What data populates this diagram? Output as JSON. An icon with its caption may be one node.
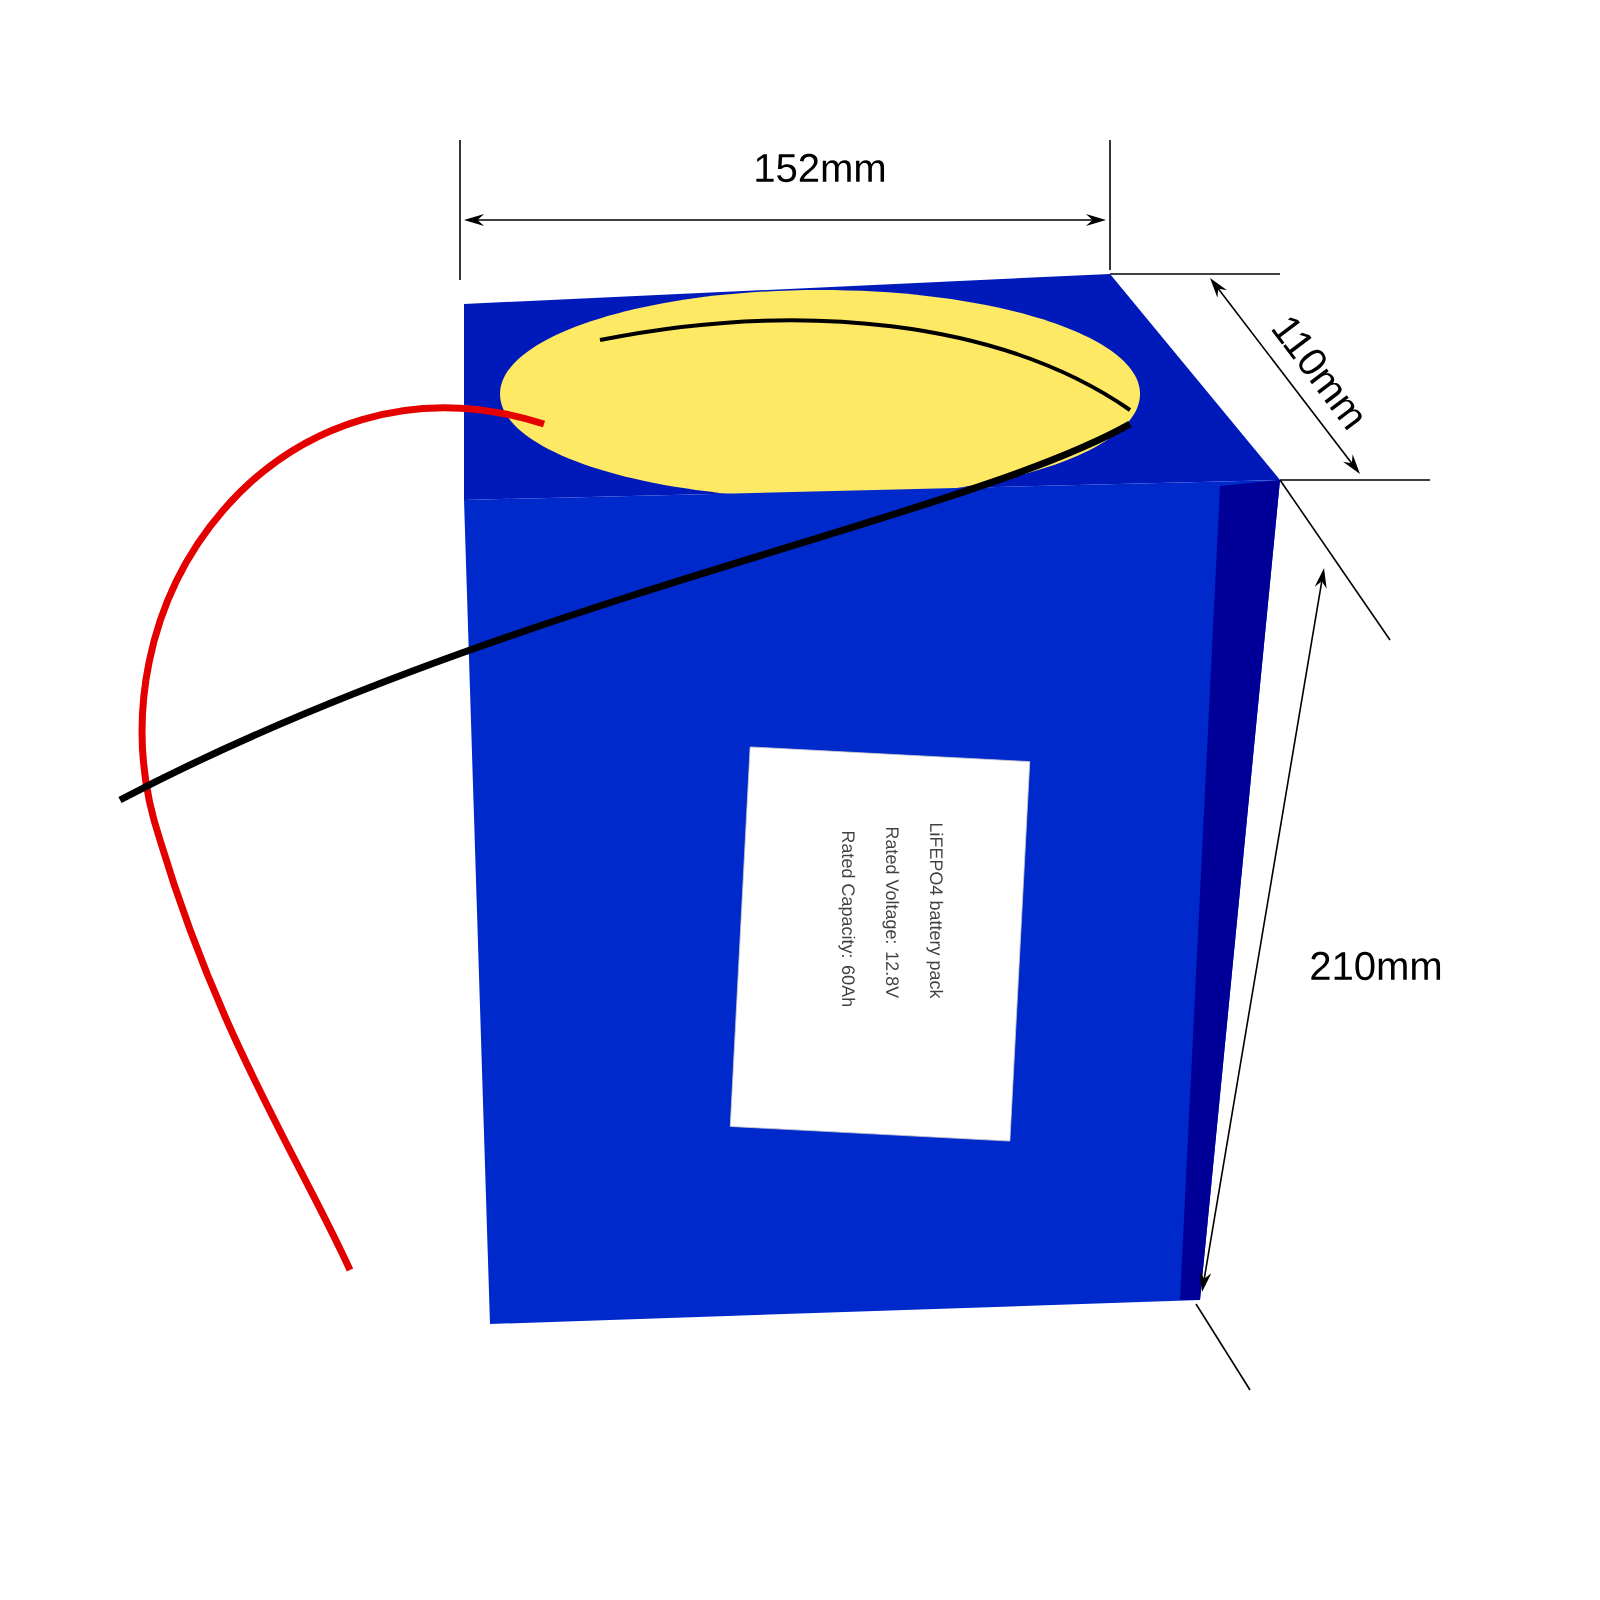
{
  "diagram": {
    "nodes": [
      {
        "text": [
          "LiFEPO4 battery pack",
          "Rated Voltage: 12.8V",
          "Rated Capacity: 60Ah"
        ]
      }
    ],
    "labels": [
      "152mm",
      "110mm",
      "210mm"
    ]
  }
}
